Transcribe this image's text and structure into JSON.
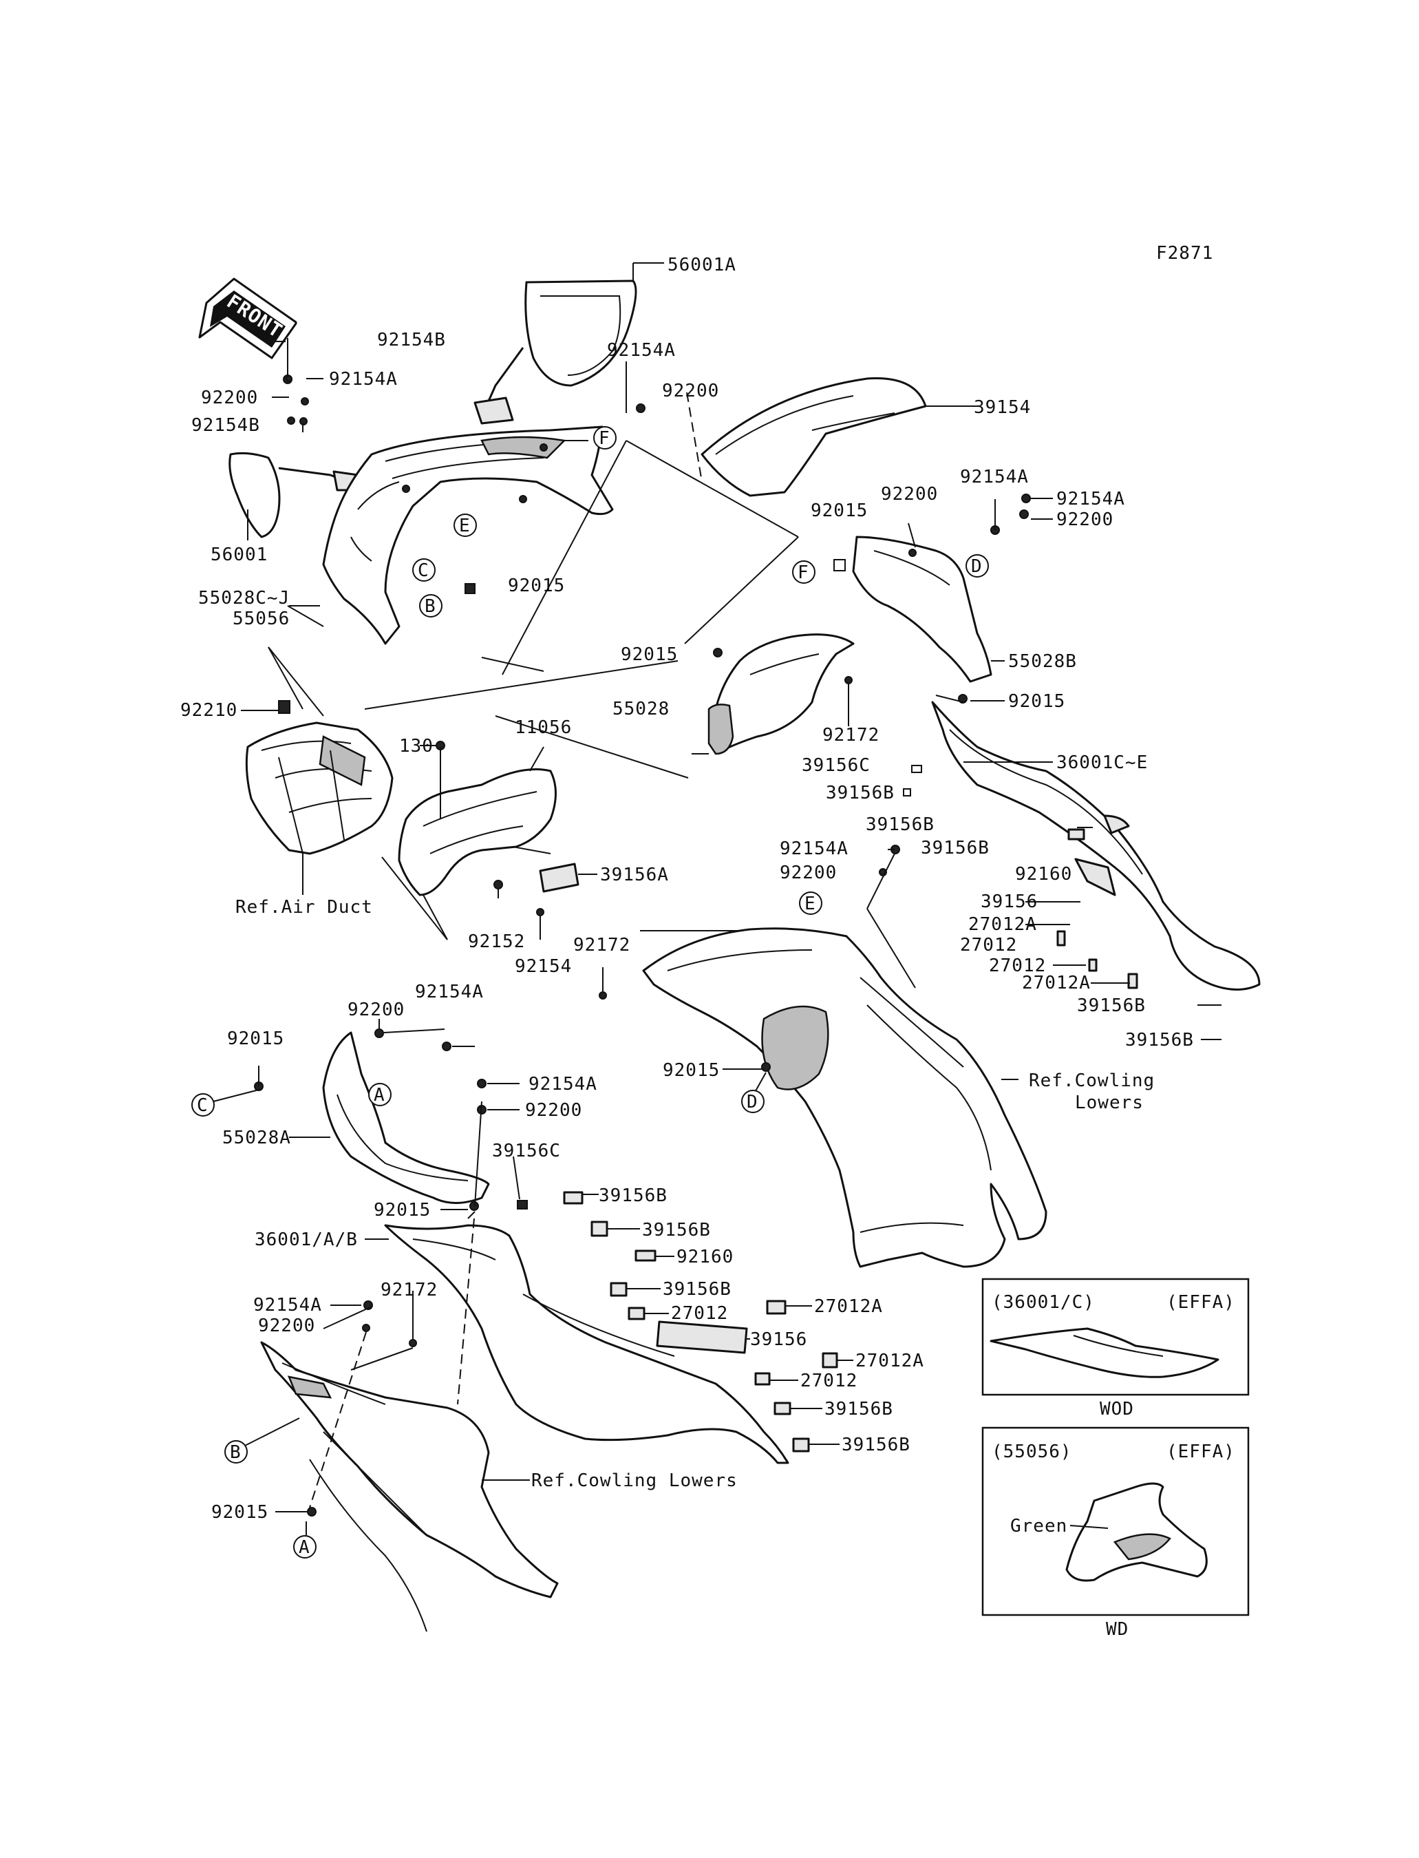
{
  "figure_code": "F2871",
  "front_label": "FRONT",
  "callouts": {
    "c_56001A": "56001A",
    "c_92154B_top": "92154B",
    "c_92154A_top": "92154A",
    "c_92200_left": "92200",
    "c_92154B_left": "92154B",
    "c_56001": "56001",
    "c_55028CJ": "55028C~J",
    "c_55056": "55056",
    "c_92015_mid": "92015",
    "c_92154A_center": "92154A",
    "c_92200_center": "92200",
    "c_39154": "39154",
    "c_92200_r": "92200",
    "c_92154A_r1": "92154A",
    "c_92154A_r2": "92154A",
    "c_92200_r2": "92200",
    "c_92015_r": "92015",
    "c_55028B": "55028B",
    "c_92015_r2": "92015",
    "c_92015_c": "92015",
    "c_55028": "55028",
    "c_92172_c": "92172",
    "c_92210": "92210",
    "c_130": "130",
    "c_11056": "11056",
    "c_39156A": "39156A",
    "c_ref_air_duct": "Ref.Air Duct",
    "c_92152": "92152",
    "c_92154": "92154",
    "c_36001CE": "36001C~E",
    "c_39156C_r": "39156C",
    "c_39156B_r1": "39156B",
    "c_39156B_r2": "39156B",
    "c_39156B_r3": "39156B",
    "c_92154A_m": "92154A",
    "c_92200_m": "92200",
    "c_92160_r": "92160",
    "c_39156_r": "39156",
    "c_27012A_r1": "27012A",
    "c_27012_r1": "27012",
    "c_27012_r2": "27012",
    "c_27012A_r2": "27012A",
    "c_39156B_r4": "39156B",
    "c_39156B_r5": "39156B",
    "c_92172_m": "92172",
    "c_92015_m2": "92015",
    "c_ref_cowl_lowers_r1": "Ref.Cowling",
    "c_ref_cowl_lowers_r2": "Lowers",
    "c_92015_l": "92015",
    "c_92200_l": "92200",
    "c_92154A_l": "92154A",
    "c_55028A": "55028A",
    "c_92154A_l2": "92154A",
    "c_92200_l2": "92200",
    "c_39156C_l": "39156C",
    "c_92015_l2": "92015",
    "c_39156B_l1": "39156B",
    "c_36001AB": "36001/A/B",
    "c_39156B_l2": "39156B",
    "c_92160_l": "92160",
    "c_39156B_l3": "39156B",
    "c_27012_l1": "27012",
    "c_27012A_l1": "27012A",
    "c_39156_l": "39156",
    "c_27012A_l2": "27012A",
    "c_27012_l2": "27012",
    "c_39156B_l4": "39156B",
    "c_39156B_l5": "39156B",
    "c_92154A_b": "92154A",
    "c_92172_b": "92172",
    "c_92200_b": "92200",
    "c_ref_cowl_lowers_b": "Ref.Cowling Lowers",
    "c_92015_b": "92015"
  },
  "ref_letters": {
    "F1": "F",
    "E1": "E",
    "C1": "C",
    "B1": "B",
    "F2": "F",
    "D1": "D",
    "E2": "E",
    "D2": "D",
    "A1": "A",
    "C2": "C",
    "B2": "B",
    "A2": "A"
  },
  "inset_boxes": [
    {
      "part": "(36001/C)",
      "code": "(EFFA)",
      "caption": "WOD"
    },
    {
      "part": "(55056)",
      "code": "(EFFA)",
      "caption": "WD",
      "note": "Green"
    }
  ]
}
